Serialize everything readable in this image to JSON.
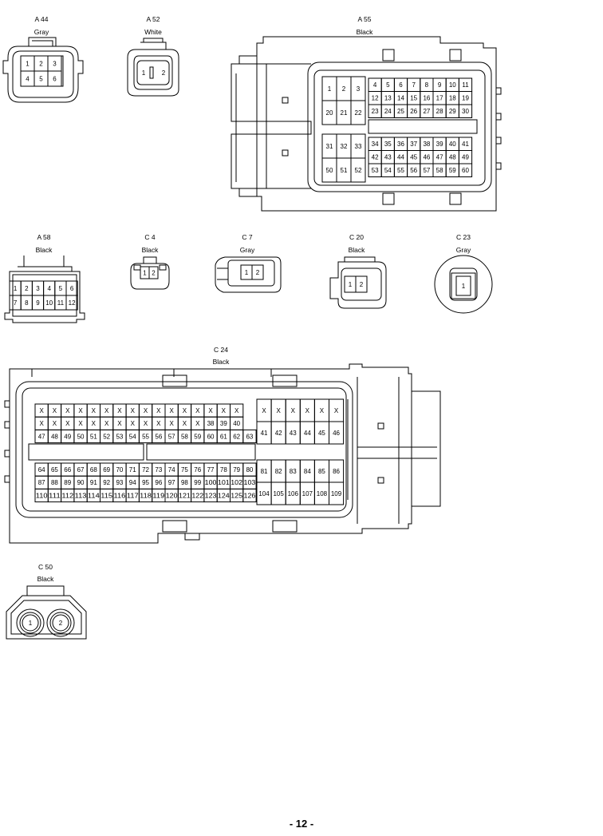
{
  "connectors": {
    "A44": {
      "code": "A 44",
      "color": "Gray",
      "pins": [
        "1",
        "2",
        "3",
        "4",
        "5",
        "6"
      ]
    },
    "A52": {
      "code": "A 52",
      "color": "White",
      "pins": [
        "1",
        "2"
      ]
    },
    "A55": {
      "code": "A 55",
      "color": "Black",
      "left_top": [
        [
          "1",
          "2",
          "3"
        ],
        [
          "20",
          "21",
          "22"
        ]
      ],
      "left_bottom": [
        [
          "31",
          "32",
          "33"
        ],
        [
          "50",
          "51",
          "52"
        ]
      ],
      "right_top": [
        [
          "4",
          "5",
          "6",
          "7",
          "8",
          "9",
          "10",
          "11"
        ],
        [
          "12",
          "13",
          "14",
          "15",
          "16",
          "17",
          "18",
          "19"
        ],
        [
          "23",
          "24",
          "25",
          "26",
          "27",
          "28",
          "29",
          "30"
        ]
      ],
      "right_bottom": [
        [
          "34",
          "35",
          "36",
          "37",
          "38",
          "39",
          "40",
          "41"
        ],
        [
          "42",
          "43",
          "44",
          "45",
          "46",
          "47",
          "48",
          "49"
        ],
        [
          "53",
          "54",
          "55",
          "56",
          "57",
          "58",
          "59",
          "60"
        ]
      ]
    },
    "A58": {
      "code": "A 58",
      "color": "Black",
      "rows": [
        [
          "1",
          "2",
          "3",
          "4",
          "5",
          "6"
        ],
        [
          "7",
          "8",
          "9",
          "10",
          "11",
          "12"
        ]
      ]
    },
    "C4": {
      "code": "C 4",
      "color": "Black",
      "pins": [
        "1",
        "2"
      ]
    },
    "C7": {
      "code": "C 7",
      "color": "Gray",
      "pins": [
        "1",
        "2"
      ]
    },
    "C20": {
      "code": "C 20",
      "color": "Black",
      "pins": [
        "1",
        "2"
      ]
    },
    "C23": {
      "code": "C 23",
      "color": "Gray",
      "pins": [
        "1"
      ]
    },
    "C24": {
      "code": "C 24",
      "color": "Black",
      "left_top": [
        [
          "X",
          "X",
          "X",
          "X",
          "X",
          "X",
          "X",
          "X",
          "X",
          "X",
          "X",
          "X",
          "X",
          "X",
          "X",
          "X"
        ],
        [
          "X",
          "X",
          "X",
          "X",
          "X",
          "X",
          "X",
          "X",
          "X",
          "X",
          "X",
          "X",
          "X",
          "38",
          "39",
          "40"
        ],
        [
          "47",
          "48",
          "49",
          "50",
          "51",
          "52",
          "53",
          "54",
          "55",
          "56",
          "57",
          "58",
          "59",
          "60",
          "61",
          "62",
          "63"
        ]
      ],
      "left_bottom": [
        [
          "64",
          "65",
          "66",
          "67",
          "68",
          "69",
          "70",
          "71",
          "72",
          "73",
          "74",
          "75",
          "76",
          "77",
          "78",
          "79",
          "80"
        ],
        [
          "87",
          "88",
          "89",
          "90",
          "91",
          "92",
          "93",
          "94",
          "95",
          "96",
          "97",
          "98",
          "99",
          "100",
          "101",
          "102",
          "103"
        ],
        [
          "110",
          "111",
          "112",
          "113",
          "114",
          "115",
          "116",
          "117",
          "118",
          "119",
          "120",
          "121",
          "122",
          "123",
          "124",
          "125",
          "126"
        ]
      ],
      "right_top": [
        [
          "X",
          "X",
          "X",
          "X",
          "X",
          "X"
        ],
        [
          "41",
          "42",
          "43",
          "44",
          "45",
          "46"
        ]
      ],
      "right_bottom": [
        [
          "81",
          "82",
          "83",
          "84",
          "85",
          "86"
        ],
        [
          "104",
          "105",
          "106",
          "107",
          "108",
          "109"
        ]
      ]
    },
    "C50": {
      "code": "C 50",
      "color": "Black",
      "pins": [
        "1",
        "2"
      ]
    }
  },
  "page_number": "- 12 -"
}
